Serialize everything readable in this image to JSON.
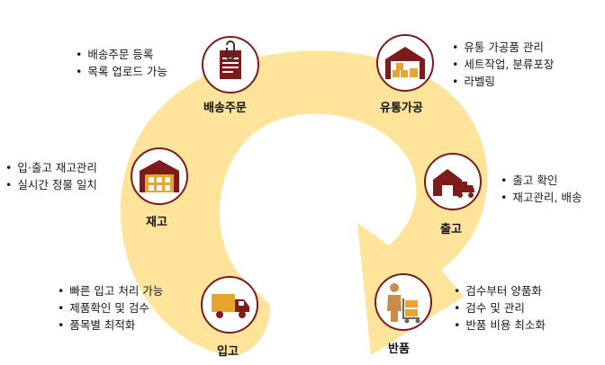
{
  "colors": {
    "ring": "#fde49a",
    "accent": "#7d1a1a"
  },
  "stages": [
    {
      "id": "order",
      "label": "배송주문",
      "icon": "clipboard-icon",
      "bullets": [
        "배송주문 등록",
        "목록 업로드 가능"
      ]
    },
    {
      "id": "processing",
      "label": "유통가공",
      "icon": "warehouse-boxes-icon",
      "bullets": [
        "유통 가공품 관리",
        "세트작업, 분류포장",
        "라벨링"
      ]
    },
    {
      "id": "shipping",
      "label": "출고",
      "icon": "house-truck-icon",
      "bullets": [
        "출고 확인",
        "재고관리, 배송"
      ]
    },
    {
      "id": "return",
      "label": "반품",
      "icon": "worker-cart-icon",
      "bullets": [
        "검수부터 양품화",
        "검수 및 관리",
        "반품 비용 최소화"
      ]
    },
    {
      "id": "inbound",
      "label": "입고",
      "icon": "truck-icon",
      "bullets": [
        "빠른 입고 처리 가능",
        "제품확인 및 검수",
        "품목별 최적화"
      ]
    },
    {
      "id": "stock",
      "label": "재고",
      "icon": "warehouse-icon",
      "bullets": [
        "입·출고 재고관리",
        "실시간 정물 일치"
      ]
    }
  ]
}
